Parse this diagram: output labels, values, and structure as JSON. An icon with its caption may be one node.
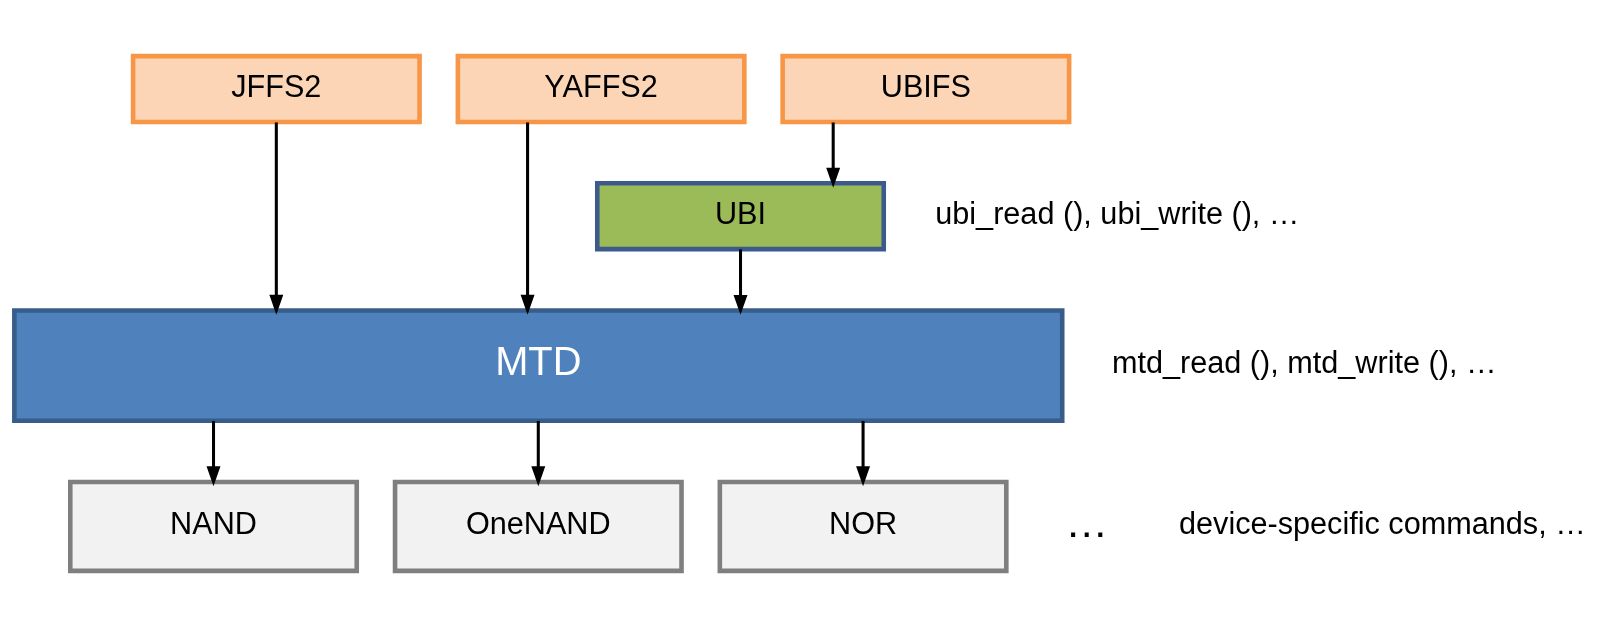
{
  "diagram": {
    "nodes": [
      {
        "text": [
          "JFFS2"
        ]
      },
      {
        "text": [
          "YAFFS2"
        ]
      },
      {
        "text": [
          "UBIFS"
        ]
      },
      {
        "text": [
          "UBI"
        ]
      },
      {
        "text": [
          "MTD"
        ]
      },
      {
        "text": [
          "NAND"
        ]
      },
      {
        "text": [
          "OneNAND"
        ]
      },
      {
        "text": [
          "NOR"
        ]
      }
    ],
    "edges": [
      {
        "from": 0,
        "to": 4,
        "arrow": "to"
      },
      {
        "from": 1,
        "to": 4,
        "arrow": "to"
      },
      {
        "from": 2,
        "to": 3,
        "arrow": "to"
      },
      {
        "from": 3,
        "to": 4,
        "arrow": "to"
      },
      {
        "from": 4,
        "to": 5,
        "arrow": "to"
      },
      {
        "from": 4,
        "to": 6,
        "arrow": "to"
      },
      {
        "from": 4,
        "to": 7,
        "arrow": "to"
      }
    ],
    "labels": [
      "ubi_read (), ubi_write (), …",
      "mtd_read (), mtd_write (), …",
      "…",
      "device-specific commands, …"
    ]
  }
}
